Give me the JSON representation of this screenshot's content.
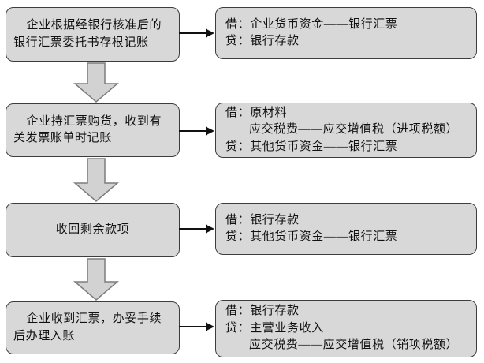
{
  "colors": {
    "background": "#ffffff",
    "box_fill": "#d8d8d8",
    "box_border": "#3d3d3d",
    "down_arrow_fill": "#d2d2d2",
    "down_arrow_border": "#7d7d7d",
    "connector_color": "#111111",
    "text_color": "#111111"
  },
  "flow": {
    "steps": [
      {
        "left": {
          "lines": [
            "企业根据经银行核准后的",
            "银行汇票委托书存根记账"
          ]
        },
        "right": {
          "lines": [
            "借：企业货币资金——银行汇票",
            "贷：银行存款"
          ]
        }
      },
      {
        "left": {
          "lines": [
            "企业持汇票购货，收到有",
            "关发票账单时记账"
          ]
        },
        "right": {
          "lines": [
            "借：原材料",
            "应交税费——应交增值税（进项税额）",
            "贷：其他货币资金——银行汇票"
          ]
        }
      },
      {
        "left": {
          "lines": [
            "收回剩余款项"
          ]
        },
        "right": {
          "lines": [
            "借：银行存款",
            "贷：其他货币资金——银行汇票"
          ]
        }
      },
      {
        "left": {
          "lines": [
            "企业收到汇票，办妥手续",
            "后办理入账"
          ]
        },
        "right": {
          "lines": [
            "借：银行存款",
            "贷：主营业务收入",
            "应交税费——应交增值税（销项税额）"
          ]
        }
      }
    ]
  }
}
